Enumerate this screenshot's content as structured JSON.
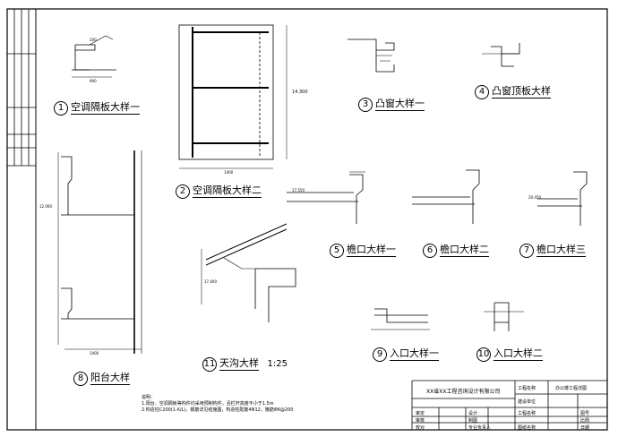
{
  "details": [
    {
      "num": "1",
      "title": "空调隔板大样一"
    },
    {
      "num": "2",
      "title": "空调隔板大样二"
    },
    {
      "num": "3",
      "title": "凸窗大样一"
    },
    {
      "num": "4",
      "title": "凸窗顶板大样"
    },
    {
      "num": "5",
      "title": "檐口大样一"
    },
    {
      "num": "6",
      "title": "檐口大样二"
    },
    {
      "num": "7",
      "title": "檐口大样三"
    },
    {
      "num": "8",
      "title": "阳台大样"
    },
    {
      "num": "9",
      "title": "入口大样一"
    },
    {
      "num": "10",
      "title": "入口大样二"
    },
    {
      "num": "11",
      "title": "天沟大样",
      "scale": "1:25"
    }
  ],
  "dims": {
    "d1": "14.300",
    "d2": "17.400",
    "d3": "12.000",
    "d4": "17.550",
    "d5": "20.450",
    "d6": "200",
    "d7": "1400",
    "d8": "1400",
    "d9": "900"
  },
  "notes": {
    "head": "说明：",
    "n1": "1.阳台、空调隔板等构件均采用预制构件，且栏杆高度不小于1.5m",
    "n2": "2.构造柱C200(1-X/L)，钢筋详见结施图，构造柱配筋4Φ12，箍筋Φ6@200"
  },
  "title_block": {
    "company": "XX省XX工程咨询设计有限公司",
    "project_label": "工程名称",
    "project_value": "办公楼工程详图",
    "r1": "建设单位",
    "r2": "工程名称",
    "r3": "图纸名称",
    "c1": "审定",
    "c2": "审核",
    "c3": "校对",
    "c4": "设计",
    "c5": "制图",
    "c6": "专业负责人",
    "c7": "图号",
    "c8": "比例",
    "c9": "日期"
  }
}
